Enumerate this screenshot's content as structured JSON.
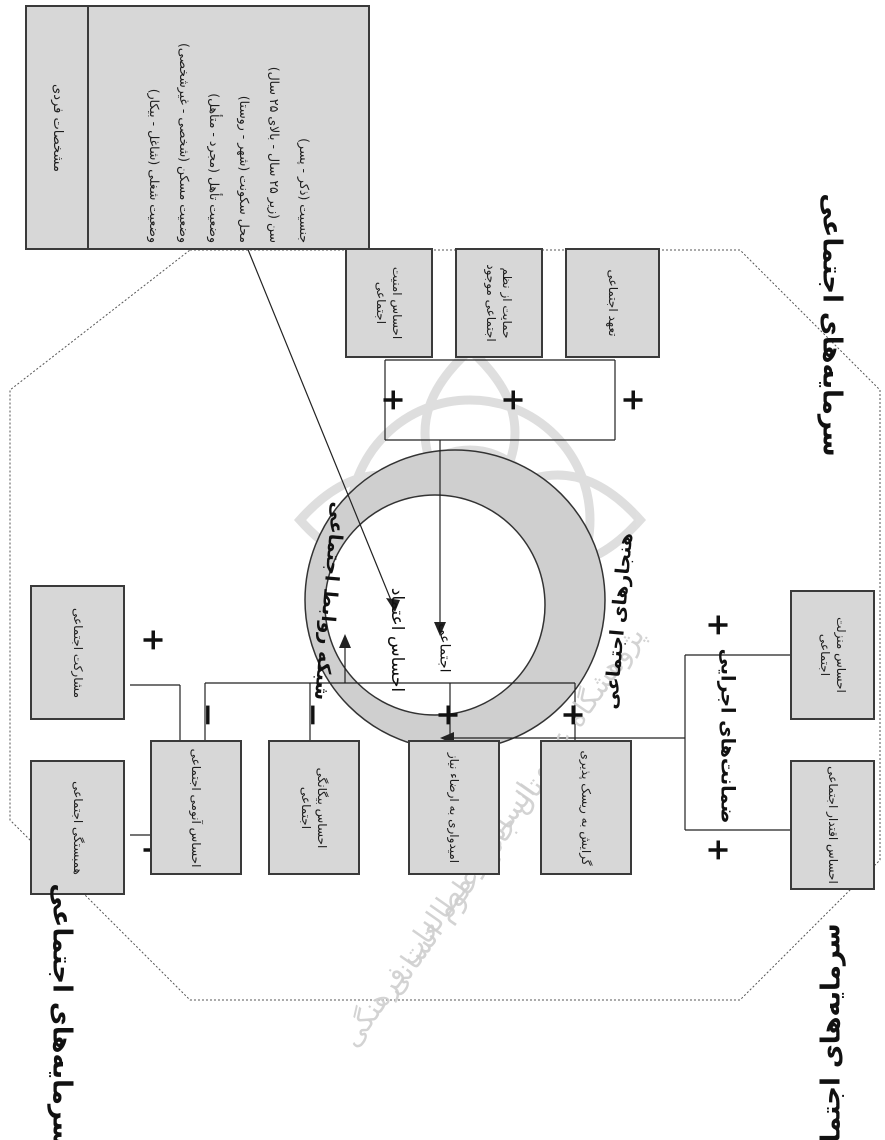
{
  "titles": {
    "capital_top_right": "سرمایه‌های اجتماعی",
    "capital_left": "سرمایه‌های اجتماعی",
    "capital_bottom_right": "سرمایه‌های اجتماعی"
  },
  "center": {
    "outer_ring_upper": "شبکه روابط اجتماعی",
    "outer_ring_lower": "هنجارهای اجتماعی",
    "inner_label_1": "احساس اعتماد",
    "inner_label_2": "اجتماعی"
  },
  "individual": {
    "header": "مشخصات فردی",
    "items": [
      "جنسیت (ذکر - پسر)",
      "سن (زیر ۲۵ سال - بالای ۲۵ سال)",
      "محل سکونت (شهر - روستا)",
      "وضعیت تأهل (مجرد - متأهل)",
      "وضعیت مسکن (شخصی - غیرشخصی)",
      "وضعیت شغلی (شاغل - بیکار)"
    ]
  },
  "top_group": {
    "boxes": [
      "احساس امنیت اجتماعی",
      "حمایت از نظم اجتماعی موجود",
      "تعهد اجتماعی"
    ],
    "signs": [
      "+",
      "+",
      "+"
    ]
  },
  "left_group": {
    "boxes": [
      "مشارکت اجتماعی",
      "همبستگی اجتماعی"
    ],
    "signs": [
      "+",
      "+"
    ]
  },
  "bottom_left_group": {
    "boxes": [
      "احساس آنومی اجتماعی",
      "احساس بیگانگی اجتماعی",
      "امیدواری به ارضاء نیاز",
      "گرایش به ریسک پذیری"
    ],
    "signs": [
      "−",
      "−",
      "+",
      "+"
    ]
  },
  "right_group": {
    "label": "ضمانت‌های اجرایی",
    "boxes": [
      "احساس منزلت اجتماعی",
      "احساس اقتدار اجتماعی"
    ],
    "signs": [
      "+",
      "+"
    ]
  },
  "watermark": {
    "line1": "پژوهشگاه علوم انسانی و مطالعات فرهنگی",
    "line2": "پرتال جامع علوم انسانی"
  },
  "colors": {
    "box_fill": "#d7d7d7",
    "ring_fill": "#cfcfcf",
    "line": "#2a2a2a"
  }
}
